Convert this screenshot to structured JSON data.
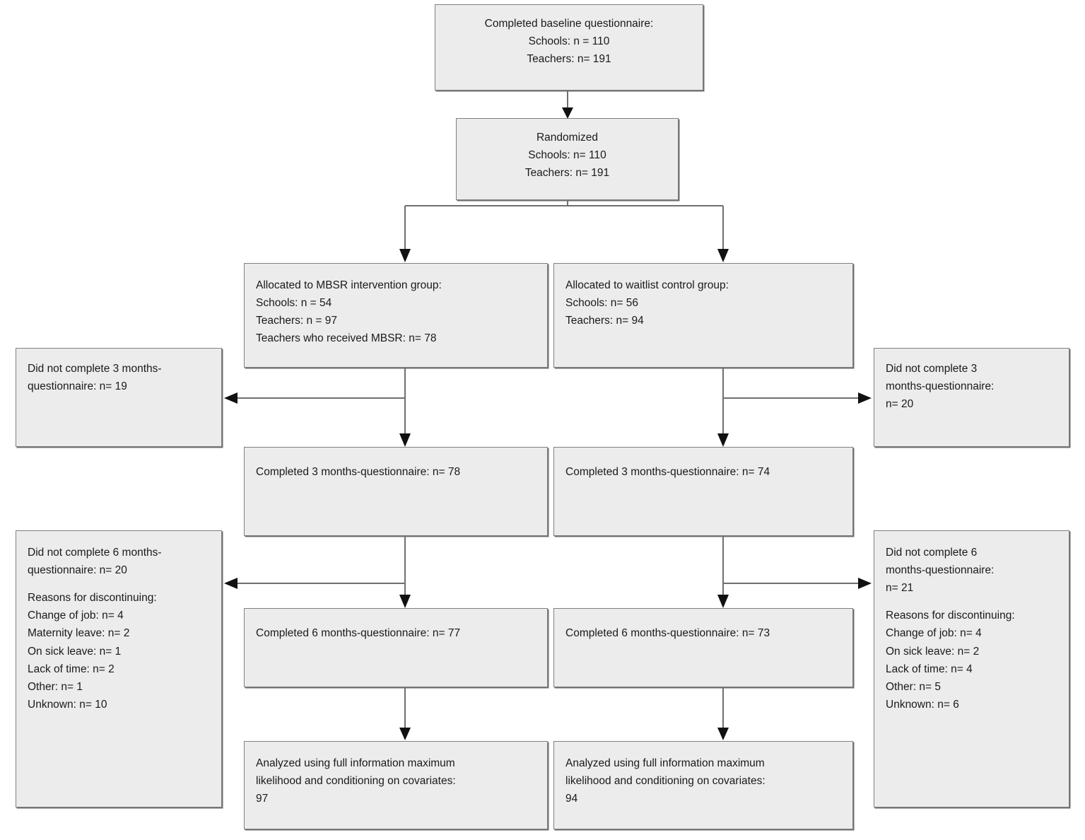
{
  "diagram": {
    "type": "consort-flow-diagram",
    "box_fill_color": "#ececec",
    "box_border_color": "#808080",
    "connector_color": "#6f6f6f",
    "nodes": {
      "baseline": {
        "lines": [
          "Completed baseline questionnaire:",
          "Schools: n = 110",
          "Teachers: n= 191"
        ]
      },
      "randomized": {
        "lines": [
          "Randomized",
          "Schools: n= 110",
          "Teachers: n= 191"
        ]
      },
      "allocated_intervention": {
        "lines": [
          "Allocated to MBSR intervention group:",
          "Schools: n = 54",
          "Teachers: n = 97",
          "Teachers who received MBSR: n= 78"
        ]
      },
      "allocated_control": {
        "lines": [
          "Allocated to waitlist control group:",
          "Schools: n= 56",
          "Teachers: n= 94"
        ]
      },
      "dropout_3m_intervention": {
        "lines": [
          "Did not complete 3 months-",
          "questionnaire: n= 19"
        ]
      },
      "dropout_3m_control": {
        "lines": [
          "Did not complete 3",
          "months-questionnaire:",
          "n= 20"
        ]
      },
      "completed_3m_intervention": {
        "lines": [
          "Completed 3 months-questionnaire: n= 78"
        ]
      },
      "completed_3m_control": {
        "lines": [
          "Completed 3 months-questionnaire: n= 74"
        ]
      },
      "dropout_6m_intervention": {
        "lines": [
          "Did not complete 6 months-",
          "questionnaire: n= 20",
          "",
          "Reasons for discontinuing:",
          "Change of job: n= 4",
          "Maternity leave: n= 2",
          "On sick leave: n= 1",
          "Lack of time: n= 2",
          "Other: n= 1",
          "Unknown: n= 10"
        ]
      },
      "dropout_6m_control": {
        "lines": [
          "Did not complete 6",
          "months-questionnaire:",
          "n= 21",
          "",
          "Reasons for discontinuing:",
          "Change of job: n= 4",
          "On sick leave: n= 2",
          "Lack of time: n= 4",
          "Other: n= 5",
          "Unknown: n= 6"
        ]
      },
      "completed_6m_intervention": {
        "lines": [
          "Completed 6 months-questionnaire: n= 77"
        ]
      },
      "completed_6m_control": {
        "lines": [
          "Completed 6 months-questionnaire: n= 73"
        ]
      },
      "analyzed_intervention": {
        "lines": [
          "Analyzed using full information maximum",
          "likelihood and conditioning on covariates:",
          "97"
        ]
      },
      "analyzed_control": {
        "lines": [
          "Analyzed using full information maximum",
          "likelihood and conditioning on covariates:",
          "94"
        ]
      }
    }
  }
}
